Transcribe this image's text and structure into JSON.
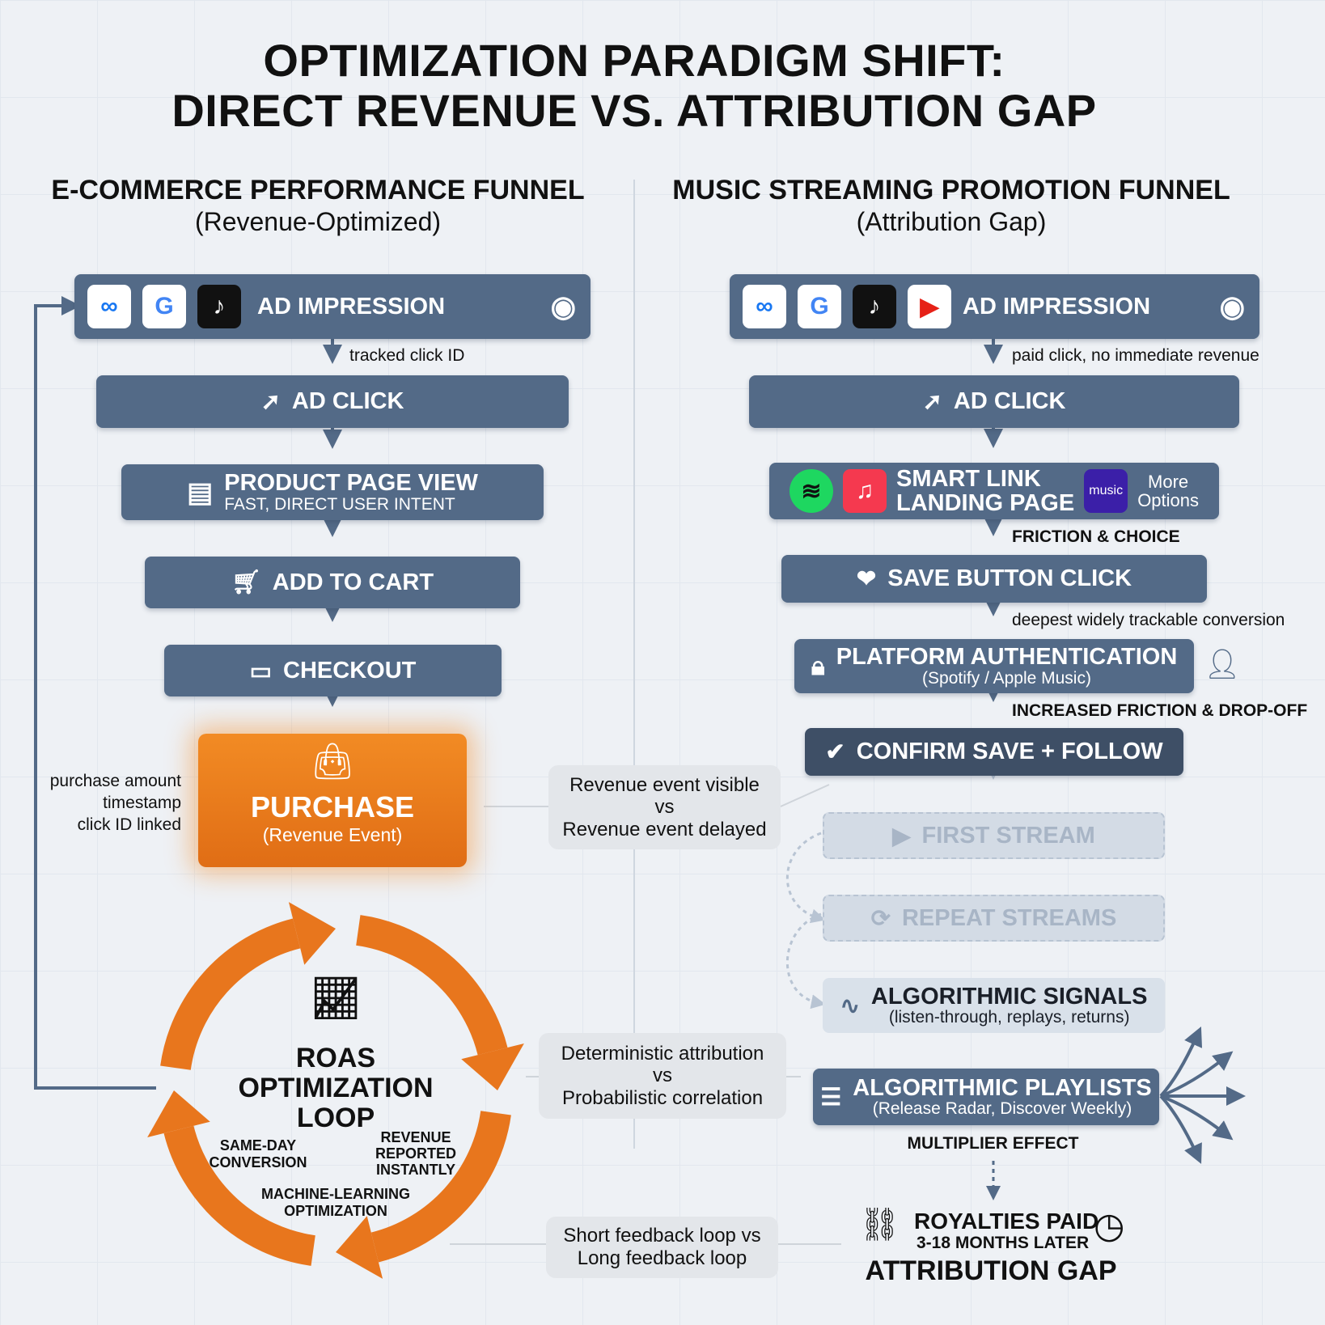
{
  "title": {
    "line1": "OPTIMIZATION PARADIGM SHIFT:",
    "line2": "DIRECT REVENUE VS. ATTRIBUTION GAP"
  },
  "left": {
    "heading": "E-COMMERCE PERFORMANCE FUNNEL",
    "subheading": "(Revenue-Optimized)",
    "impression": {
      "label": "AD IMPRESSION",
      "logos": [
        "meta",
        "google",
        "tiktok"
      ]
    },
    "edge1": "tracked click ID",
    "click": "AD CLICK",
    "product": {
      "label": "PRODUCT PAGE VIEW",
      "sub": "FAST, DIRECT USER INTENT"
    },
    "cart": "ADD TO CART",
    "checkout": "CHECKOUT",
    "purchase": {
      "label": "PURCHASE",
      "sub": "(Revenue Event)"
    },
    "purchase_notes": [
      "purchase amount",
      "timestamp",
      "click ID linked"
    ],
    "loop": {
      "title": [
        "ROAS",
        "OPTIMIZATION",
        "LOOP"
      ],
      "same_day": [
        "SAME-DAY",
        "CONVERSION"
      ],
      "revenue": [
        "REVENUE",
        "REPORTED",
        "INSTANTLY"
      ],
      "ml": [
        "MACHINE-LEARNING",
        "OPTIMIZATION"
      ]
    }
  },
  "right": {
    "heading": "MUSIC STREAMING PROMOTION FUNNEL",
    "subheading": "(Attribution Gap)",
    "impression": {
      "label": "AD IMPRESSION",
      "logos": [
        "meta",
        "google",
        "tiktok",
        "youtube"
      ]
    },
    "edge1": "paid click, no immediate revenue",
    "click": "AD CLICK",
    "smartlink": {
      "label1": "SMART LINK",
      "label2": "LANDING PAGE",
      "amazon": "music",
      "more1": "More",
      "more2": "Options"
    },
    "edge2": "FRICTION & CHOICE",
    "save": "SAVE BUTTON CLICK",
    "edge3": "deepest widely trackable conversion",
    "auth": {
      "label": "PLATFORM AUTHENTICATION",
      "sub": "(Spotify / Apple Music)"
    },
    "edge4": "INCREASED FRICTION & DROP-OFF",
    "confirm": "CONFIRM SAVE + FOLLOW",
    "first": "FIRST STREAM",
    "repeat": "REPEAT STREAMS",
    "signals": {
      "label": "ALGORITHMIC SIGNALS",
      "sub": "(listen-through, replays, returns)"
    },
    "playlists": {
      "label": "ALGORITHMIC PLAYLISTS",
      "sub": "(Release Radar, Discover Weekly)"
    },
    "multiplier": "MULTIPLIER EFFECT",
    "royalties": "ROYALTIES PAID",
    "delay": "3-18 MONTHS LATER",
    "gap": "ATTRIBUTION GAP"
  },
  "compare": [
    [
      "Revenue event visible",
      "vs",
      "Revenue event delayed"
    ],
    [
      "Deterministic attribution",
      "vs",
      "Probabilistic correlation"
    ],
    [
      "Short feedback loop vs",
      "Long feedback loop"
    ]
  ],
  "colors": {
    "box": "#536a87",
    "box_dark": "#3e4f66",
    "orange": "#e8761d",
    "faded": "#d3dbe5"
  }
}
